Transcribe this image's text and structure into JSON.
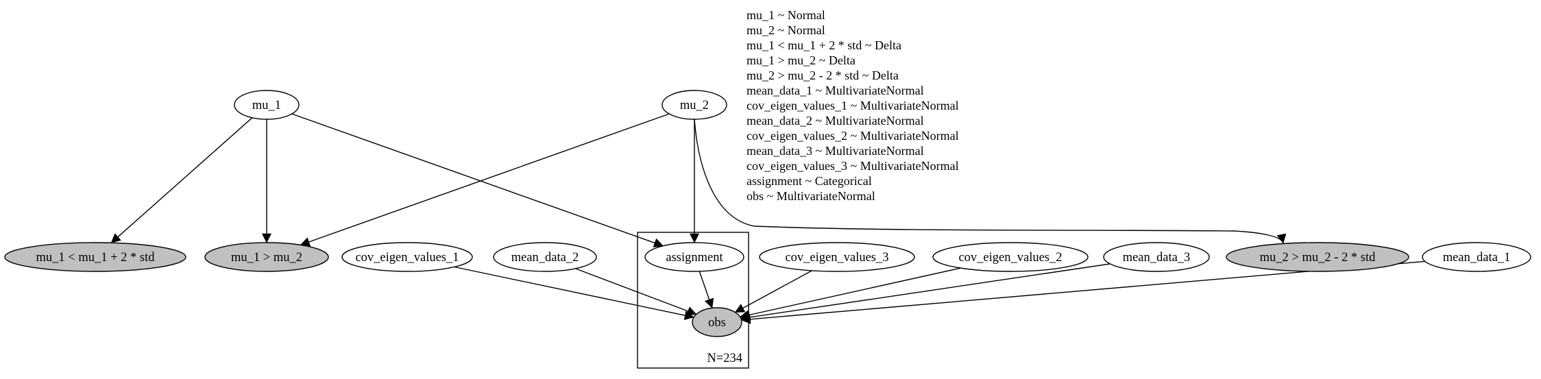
{
  "nodes": {
    "mu_1": {
      "label": "mu_1",
      "observed": false
    },
    "mu_2": {
      "label": "mu_2",
      "observed": false
    },
    "constraint_mu1_lt": {
      "label": "mu_1 < mu_1 + 2 * std",
      "observed": true
    },
    "constraint_mu1_gt_mu2": {
      "label": "mu_1 > mu_2",
      "observed": true
    },
    "cov_eigen_values_1": {
      "label": "cov_eigen_values_1",
      "observed": false
    },
    "mean_data_2": {
      "label": "mean_data_2",
      "observed": false
    },
    "assignment": {
      "label": "assignment",
      "observed": false
    },
    "cov_eigen_values_3": {
      "label": "cov_eigen_values_3",
      "observed": false
    },
    "cov_eigen_values_2": {
      "label": "cov_eigen_values_2",
      "observed": false
    },
    "mean_data_3": {
      "label": "mean_data_3",
      "observed": false
    },
    "constraint_mu2_gt": {
      "label": "mu_2 > mu_2 - 2 * std",
      "observed": true
    },
    "mean_data_1": {
      "label": "mean_data_1",
      "observed": false
    },
    "obs": {
      "label": "obs",
      "observed": true
    }
  },
  "edges": [
    [
      "mu_1",
      "constraint_mu1_lt"
    ],
    [
      "mu_1",
      "constraint_mu1_gt_mu2"
    ],
    [
      "mu_1",
      "assignment"
    ],
    [
      "mu_2",
      "constraint_mu1_gt_mu2"
    ],
    [
      "mu_2",
      "assignment"
    ],
    [
      "mu_2",
      "constraint_mu2_gt"
    ],
    [
      "cov_eigen_values_1",
      "obs"
    ],
    [
      "mean_data_2",
      "obs"
    ],
    [
      "assignment",
      "obs"
    ],
    [
      "cov_eigen_values_3",
      "obs"
    ],
    [
      "cov_eigen_values_2",
      "obs"
    ],
    [
      "mean_data_3",
      "obs"
    ],
    [
      "mean_data_1",
      "obs"
    ]
  ],
  "plate": {
    "label": "N=234"
  },
  "legend": [
    "mu_1 ~ Normal",
    "mu_2 ~ Normal",
    "mu_1 < mu_1 + 2 * std ~ Delta",
    "mu_1 > mu_2  ~ Delta",
    "mu_2 > mu_2 - 2 * std ~ Delta",
    "mean_data_1 ~ MultivariateNormal",
    "cov_eigen_values_1 ~ MultivariateNormal",
    "mean_data_2 ~ MultivariateNormal",
    "cov_eigen_values_2 ~ MultivariateNormal",
    "mean_data_3 ~ MultivariateNormal",
    "cov_eigen_values_3 ~ MultivariateNormal",
    "assignment ~ Categorical",
    "obs ~ MultivariateNormal"
  ],
  "colors": {
    "observed_fill": "#c0c0c0",
    "latent_fill": "#ffffff",
    "stroke": "#000000"
  }
}
